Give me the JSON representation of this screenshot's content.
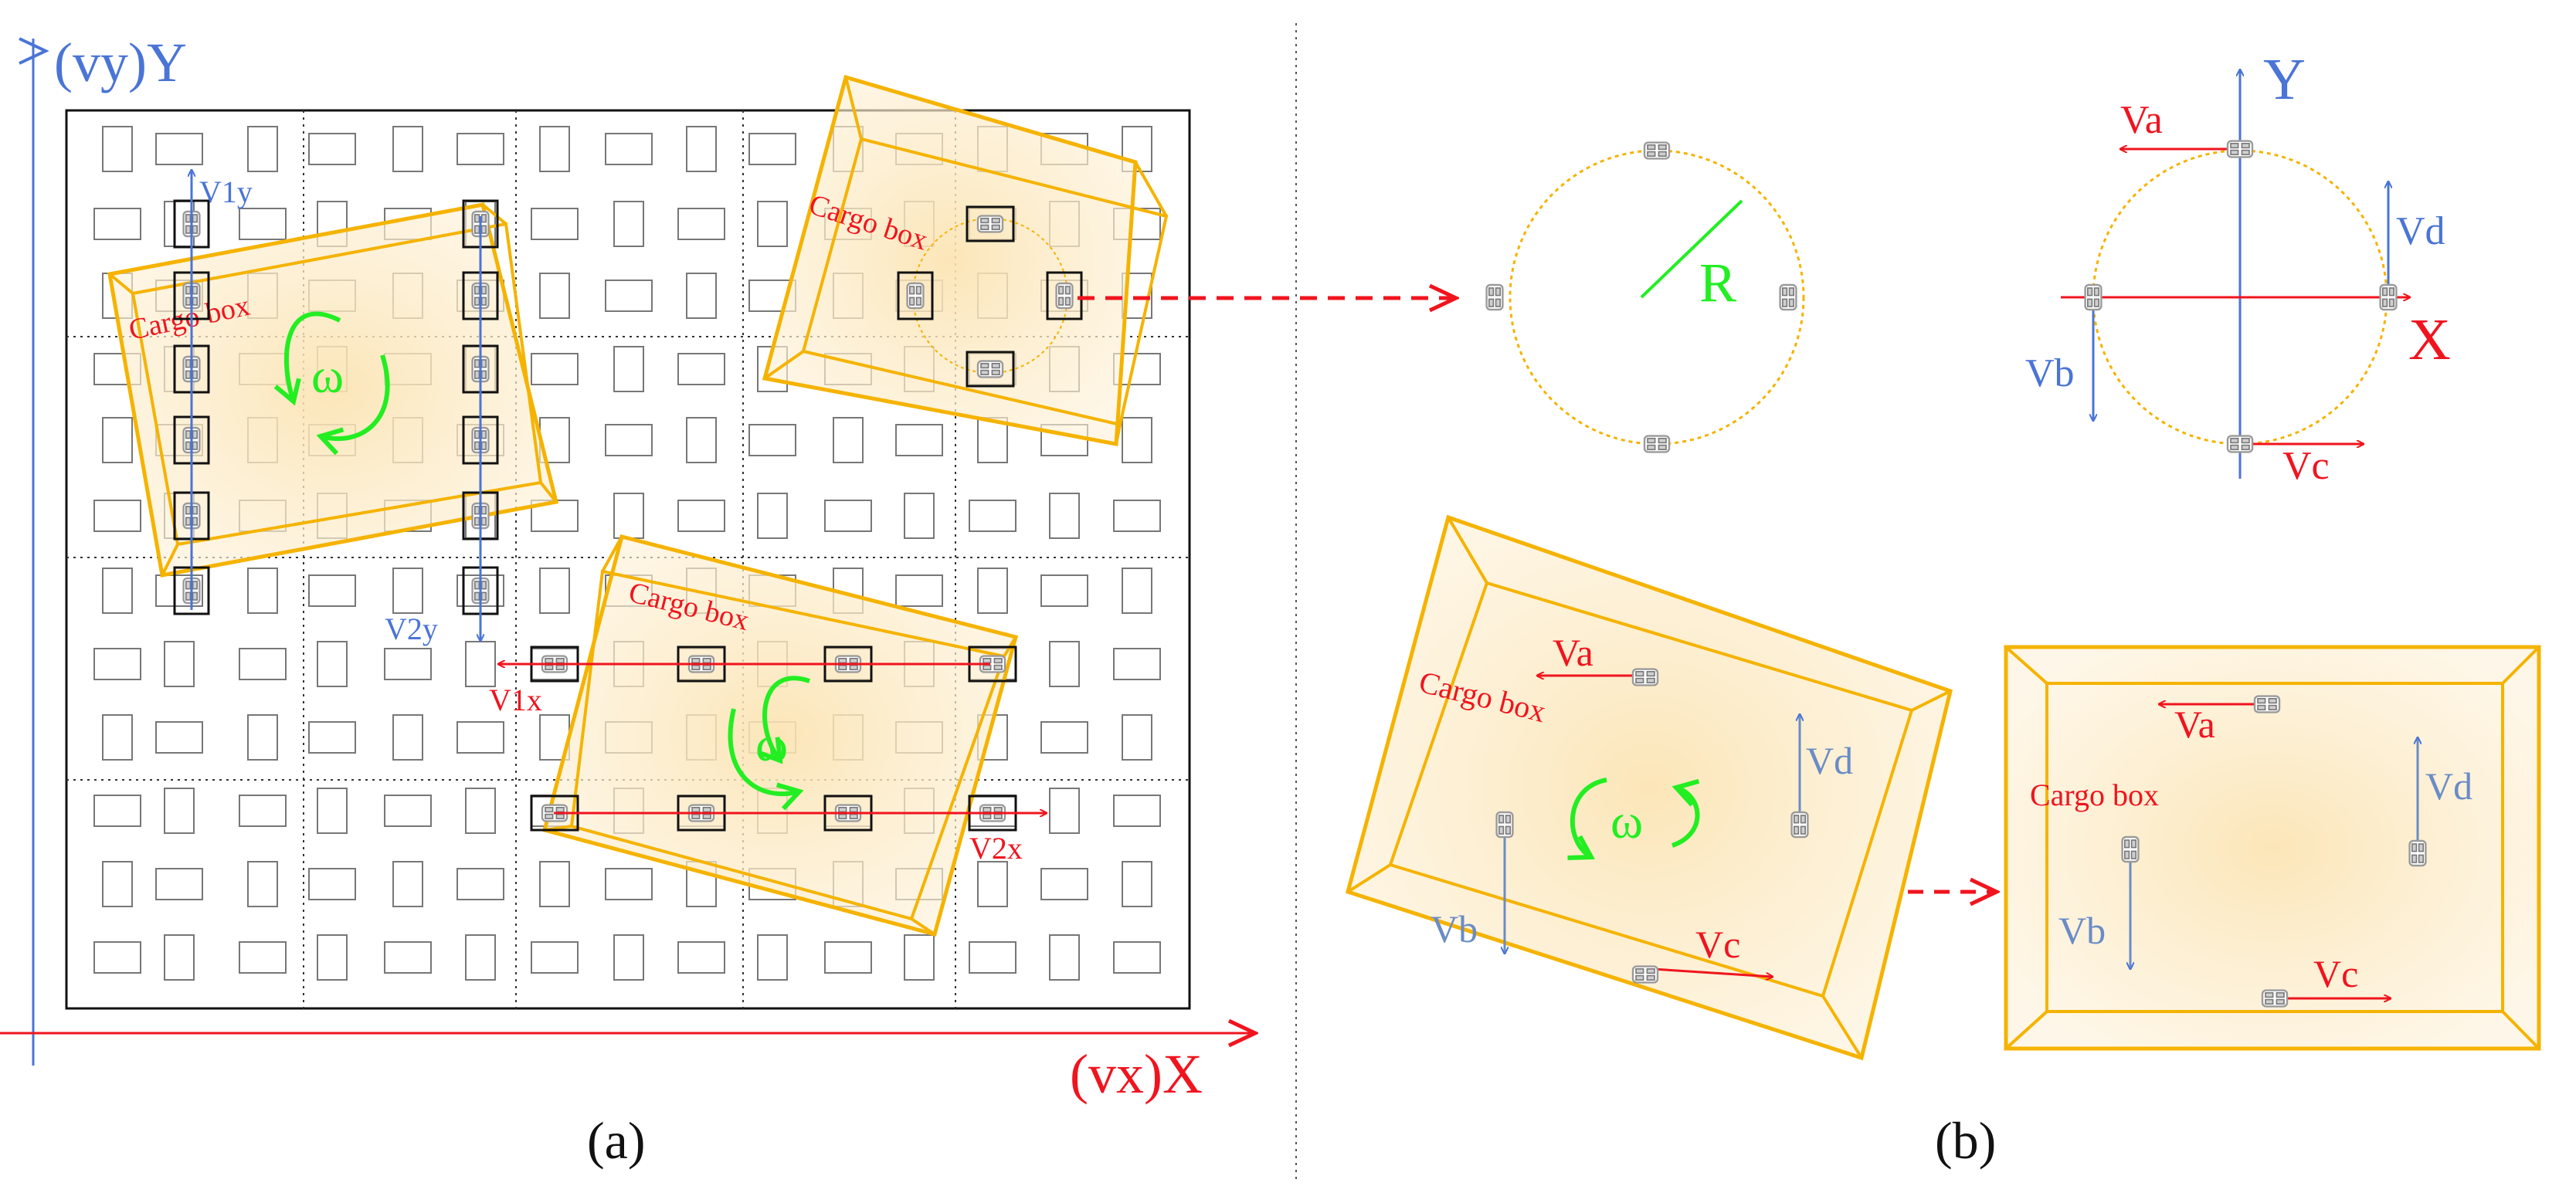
{
  "left_panel": {
    "y_axis_label": "(vy)Y",
    "x_axis_label": "(vx)X",
    "caption": "(a)",
    "boxes": [
      {
        "label": "Cargo box",
        "rotation_symbol": "ω"
      },
      {
        "label": "Cargo box",
        "rotation_symbol": "ω"
      },
      {
        "label": "Cargo box"
      }
    ],
    "velocities": {
      "v1y": "V1y",
      "v2y": "V2y",
      "v1x": "V1x",
      "v2x": "V2x"
    }
  },
  "right_panel": {
    "caption": "(b)",
    "radius_label": "R",
    "axis_x_label": "X",
    "axis_y_label": "Y",
    "wheel_labels": {
      "va": "Va",
      "vb": "Vb",
      "vc": "Vc",
      "vd": "Vd"
    },
    "box_rotated": {
      "label": "Cargo box",
      "rotation_symbol": "ω"
    },
    "box_flat": {
      "label": "Cargo box"
    }
  },
  "colors": {
    "blue": "#4a74d6",
    "red": "#f0141e",
    "green": "#22ee22",
    "orange": "#f5b300",
    "box_fill": "#fbe9c4",
    "grid_gray": "#777777"
  }
}
